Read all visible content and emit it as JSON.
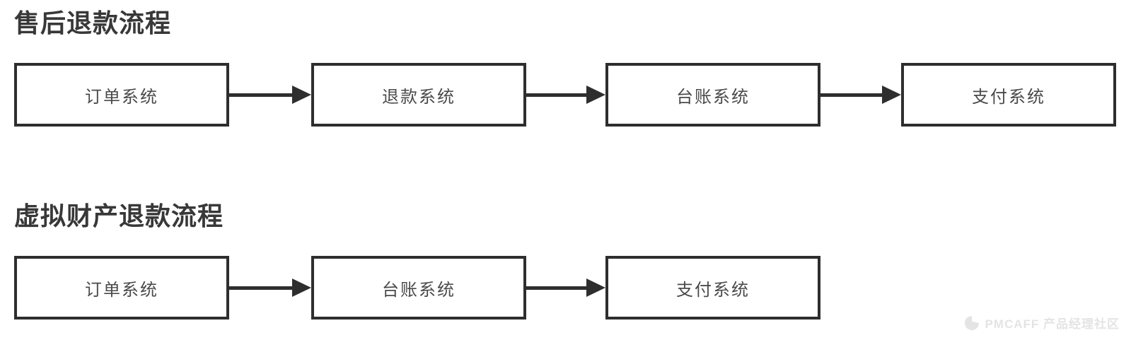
{
  "page": {
    "background": "#ffffff"
  },
  "colors": {
    "title_text": "#383838",
    "node_border": "#2e2e2e",
    "node_text": "#4a4a4a",
    "arrow": "#2e2e2e",
    "watermark": "#e4e4e4"
  },
  "flows": [
    {
      "title": "售后退款流程",
      "nodes": [
        {
          "label": "订单系统"
        },
        {
          "label": "退款系统"
        },
        {
          "label": "台账系统"
        },
        {
          "label": "支付系统"
        }
      ]
    },
    {
      "title": "虚拟财产退款流程",
      "nodes": [
        {
          "label": "订单系统"
        },
        {
          "label": "台账系统"
        },
        {
          "label": "支付系统"
        }
      ]
    }
  ],
  "watermark": {
    "label": "PMCAFF 产品经理社区",
    "icon": "pmcaff-logo-icon"
  }
}
